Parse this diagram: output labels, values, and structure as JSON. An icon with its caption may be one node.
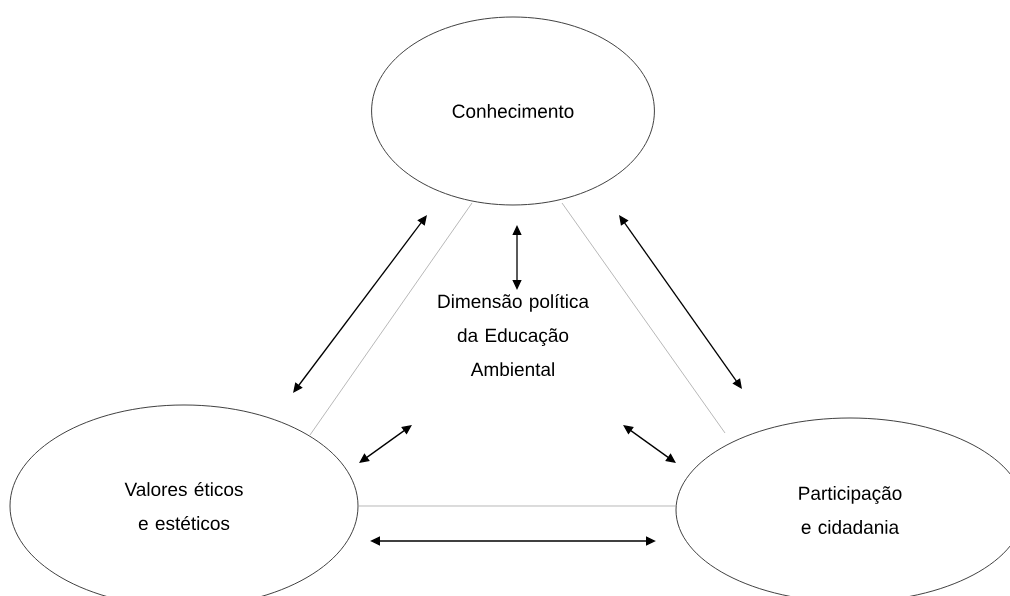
{
  "diagram": {
    "nodes": [
      {
        "text": [
          "Conhecimento"
        ]
      },
      {
        "text": [
          "Dimensão política da Educação Ambiental"
        ]
      },
      {
        "text": [
          "Valores éticos e estéticos"
        ]
      },
      {
        "text": [
          "Participação e cidadania"
        ]
      }
    ],
    "edges": [
      {
        "from": 0,
        "to": 1,
        "arrow": "both"
      },
      {
        "from": 1,
        "to": 2,
        "arrow": "both"
      },
      {
        "from": 1,
        "to": 3,
        "arrow": "both"
      },
      {
        "from": 0,
        "to": 2,
        "arrow": "none",
        "color": "#a6a6a6"
      },
      {
        "from": 0,
        "to": 2,
        "arrow": "both"
      },
      {
        "from": 0,
        "to": 3,
        "arrow": "none",
        "color": "#a6a6a6"
      },
      {
        "from": 0,
        "to": 3,
        "arrow": "both"
      },
      {
        "from": 2,
        "to": 3,
        "arrow": "none",
        "color": "#a6a6a6"
      },
      {
        "from": 2,
        "to": 3,
        "arrow": "both"
      }
    ]
  }
}
